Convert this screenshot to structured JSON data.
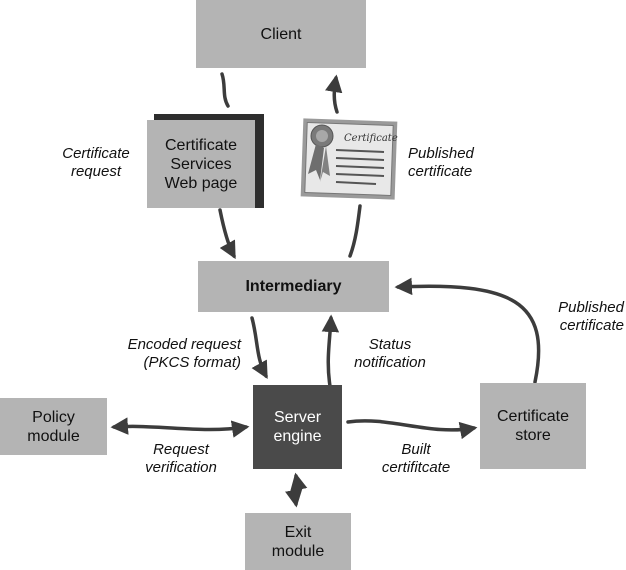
{
  "nodes": {
    "client": "Client",
    "web_page": [
      "Certificate",
      "Services",
      "Web page"
    ],
    "intermediary": "Intermediary",
    "policy_module": [
      "Policy",
      "module"
    ],
    "server_engine": [
      "Server",
      "engine"
    ],
    "certificate_store": [
      "Certificate",
      "store"
    ],
    "exit_module": [
      "Exit",
      "module"
    ]
  },
  "labels": {
    "certificate_request": [
      "Certificate",
      "request"
    ],
    "published_certificate_top": [
      "Published",
      "certificate"
    ],
    "encoded_request": [
      "Encoded request",
      "(PKCS format)"
    ],
    "status_notification": [
      "Status",
      "notification"
    ],
    "published_certificate_right": [
      "Published",
      "certificate"
    ],
    "request_verification": [
      "Request",
      "verification"
    ],
    "built_certificate": [
      "Built",
      "certifitcate"
    ]
  },
  "icon_texts": {
    "certificate_script": "Certificate"
  },
  "colors": {
    "box_fill": "#b4b4b4",
    "server_fill": "#4a4a4a",
    "arrow": "#3c3c3c"
  }
}
